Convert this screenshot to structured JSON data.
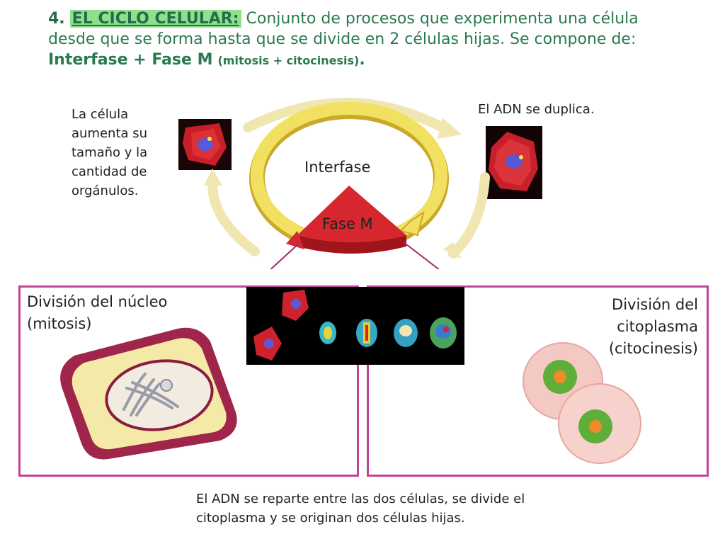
{
  "title": {
    "number": "4.",
    "highlight": "EL CICLO CELULAR:",
    "line1_rest": "Conjunto de procesos que experimenta una célula",
    "line2": "desde que se forma hasta que se divide en 2 células hijas. Se compone de:",
    "formula_main": "Interfase + Fase M",
    "formula_paren": "(mitosis + citocinesis)",
    "formula_end": "."
  },
  "notes": {
    "growth": [
      "La célula",
      "aumenta su",
      "tamaño y la",
      "cantidad de",
      "orgánulos."
    ],
    "dna_duplicates": "El ADN se duplica.",
    "bottom": [
      "El ADN se reparte entre las dos células, se divide el",
      "citoplasma y se originan dos células hijas."
    ]
  },
  "cycle": {
    "interfase_label": "Interfase",
    "fase_m_label": "Fase M"
  },
  "panels": {
    "left": [
      "División del núcleo",
      "(mitosis)"
    ],
    "right": [
      "División del",
      "citoplasma",
      "(citocinesis)"
    ]
  },
  "colors": {
    "title_green": "#2a7a50",
    "highlight_green": "#8ce28c",
    "panel_border": "#c0449a",
    "ring_yellow": "#f2e160",
    "fase_m_red": "#d6262e"
  }
}
